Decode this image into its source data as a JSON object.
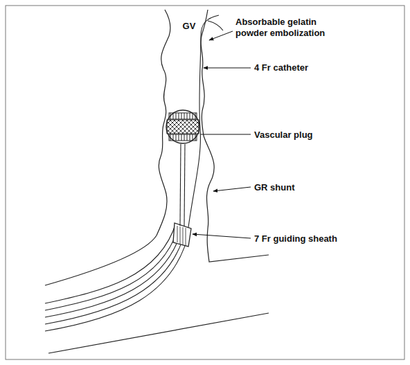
{
  "diagram": {
    "labels": [
      "GV",
      "Absorbable gelatin powder embolization",
      "4 Fr catheter",
      "Vascular plug",
      "GR shunt",
      "7 Fr guiding sheath"
    ]
  }
}
